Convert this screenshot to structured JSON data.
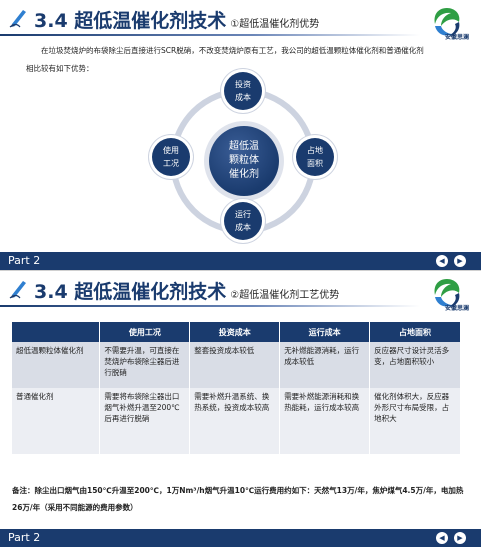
{
  "slide1": {
    "title": "3.4 超低温催化剂技术",
    "subtitle": "①超低温催化剂优势",
    "logo_text": "安徽思澜",
    "intro": "在垃圾焚烧炉的布袋除尘后直接进行SCR脱硝，不改变焚烧炉原有工艺，我公司的超低温颗粒体催化剂和普通催化剂相比较有如下优势：",
    "center": [
      "超低温",
      "颗粒体",
      "催化剂"
    ],
    "nodes": {
      "top": [
        "投资",
        "成本"
      ],
      "right": [
        "占地",
        "面积"
      ],
      "bottom": [
        "运行",
        "成本"
      ],
      "left": [
        "使用",
        "工况"
      ]
    },
    "footer": "Part 2"
  },
  "slide2": {
    "title": "3.4 超低温催化剂技术",
    "subtitle": "②超低温催化剂工艺优势",
    "logo_text": "安徽思澜",
    "table": {
      "headers": [
        "",
        "使用工况",
        "投资成本",
        "运行成本",
        "占地面积"
      ],
      "rows": [
        [
          "超低温颗粒体催化剂",
          "不需要升温，可直接在焚烧炉布袋除尘器后进行脱硝",
          "整套投资成本较低",
          "无补燃能源消耗，运行成本较低",
          "反应器尺寸设计灵活多变，占地面积较小"
        ],
        [
          "普通催化剂",
          "需要将布袋除尘器出口烟气补燃升温至200℃后再进行脱硝",
          "需要补燃升温系统、换热系统，投资成本较高",
          "需要补燃能源消耗和换热能耗，运行成本较高",
          "催化剂体积大，反应器外形尺寸布局受限，占地积大"
        ]
      ]
    },
    "note": "备注：除尘出口烟气由150℃升温至200℃，1万Nm³/h烟气升温10℃运行费用约如下：天然气13万/年，焦炉煤气4.5万/年，电加热26万/年（采用不同能源的费用参数）",
    "footer": "Part 2"
  },
  "colors": {
    "navy": "#1a3b6e",
    "ring": "#cdd3e0",
    "row1": "#d9dde6",
    "row2": "#eceef3"
  },
  "icons": [
    "pen-icon",
    "logo-icon",
    "prev-icon",
    "next-icon"
  ]
}
